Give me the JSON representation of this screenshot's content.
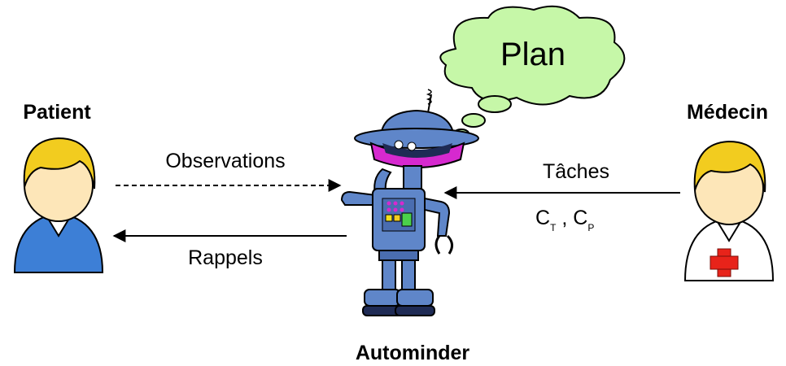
{
  "actors": {
    "patient": {
      "label": "Patient"
    },
    "doctor": {
      "label": "Médecin"
    },
    "robot": {
      "label": "Autominder"
    }
  },
  "thought_bubble": {
    "label": "Plan"
  },
  "arrows": {
    "observations": {
      "label": "Observations"
    },
    "rappels": {
      "label": "Rappels"
    },
    "taches": {
      "label": "Tâches"
    },
    "constraints": {
      "c1": "C",
      "c1_sub": "T",
      "sep": " , ",
      "c2": "C",
      "c2_sub": "P"
    }
  },
  "colors": {
    "hair": "#f2cc1f",
    "skin": "#fde6b8",
    "patient_shirt": "#3d7fd6",
    "doctor_coat": "#ffffff",
    "red_cross": "#e8231a",
    "cloud": "#c6f7a8",
    "robot_blue": "#5f86c9",
    "robot_dark": "#1f2b55",
    "robot_visor": "#d629cf"
  }
}
